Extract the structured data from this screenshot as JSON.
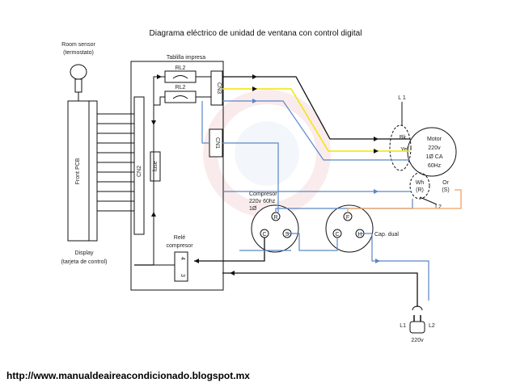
{
  "title": "Diagrama  eléctrico de unidad de ventana con control digital",
  "room_sensor": {
    "line1": "Room sensor",
    "line2": "(termostato)"
  },
  "front_pcb": "Front PCB",
  "display": {
    "line1": "Display",
    "line2": "(tarjeta de control)"
  },
  "board": {
    "title": "Tablilla impresa",
    "rl2_a": "RL2",
    "rl2_b": "RL2",
    "cn3": "CN3",
    "cn1": "CN1",
    "cn2": "CN2",
    "fuse": "fuse",
    "rele_line1": "Relé",
    "rele_line2": "compresor",
    "relay_pin_top": "4",
    "relay_pin_bottom": "3"
  },
  "motor": {
    "line1": "Motor",
    "line2": "220v",
    "line3": "1Ø CA",
    "line4": "60Hz",
    "bk": "Bk",
    "yel": "Yel",
    "wh": "Wh",
    "wh_r": "(R)",
    "or": "Or",
    "or_s": "(S)",
    "l1": "L 1",
    "l2": "L2"
  },
  "compressor": {
    "line1": "Compresor",
    "line2": "220v 60hz",
    "line3": "1Ø",
    "r": "R",
    "c": "C",
    "s": "S"
  },
  "capacitor": {
    "f": "F",
    "c": "C",
    "h": "H",
    "label": "Cap. dual"
  },
  "power": {
    "l1": "L1",
    "l2": "L2",
    "voltage": "220v"
  },
  "footer_url": "http://www.manualdeaireacondicionado.blogspot.mx",
  "colors": {
    "black_wire": "#111111",
    "yellow_wire": "#f2e600",
    "blue_wire": "#5b86c4",
    "orange_wire": "#f0a060",
    "watermark": "#f3d8d8"
  }
}
